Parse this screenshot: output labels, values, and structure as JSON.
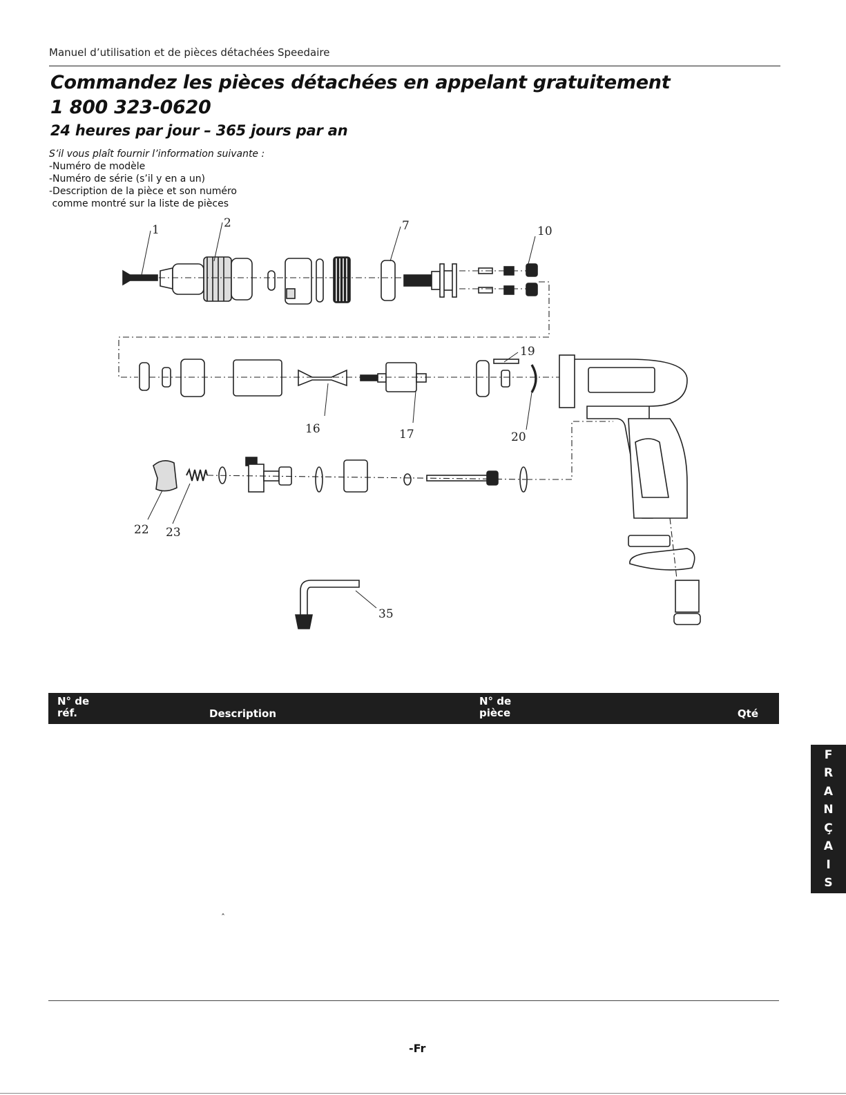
{
  "header": {
    "running_title": "Manuel d’utilisation et de pièces détachées Speedaire",
    "title_line1": "Commandez les pièces détachées en appelant gratuitement",
    "title_line2": "1 800 323-0620",
    "subtitle": "24 heures par jour – 365 jours par an"
  },
  "info": {
    "lead": "S’il vous plaît fournir l’information suivante :",
    "items": [
      "-Numéro de modèle",
      "-Numéro de série (s’il y en a un)",
      "-Description de la pièce et son numéro",
      " comme montré sur la liste de pièces"
    ]
  },
  "diagram": {
    "callouts": [
      "1",
      "2",
      "7",
      "10",
      "19",
      "16",
      "17",
      "20",
      "22",
      "23",
      "35"
    ]
  },
  "table": {
    "col_ref_1": "N° de",
    "col_ref_2": "réf.",
    "col_desc": "Description",
    "col_part_1": "N° de",
    "col_part_2": "pièce",
    "col_qty": "Qté"
  },
  "stray_mark": "ˆ",
  "footer": {
    "page": "-Fr"
  },
  "side_tab": {
    "letters": [
      "F",
      "R",
      "A",
      "N",
      "Ç",
      "A",
      "I",
      "S"
    ]
  }
}
